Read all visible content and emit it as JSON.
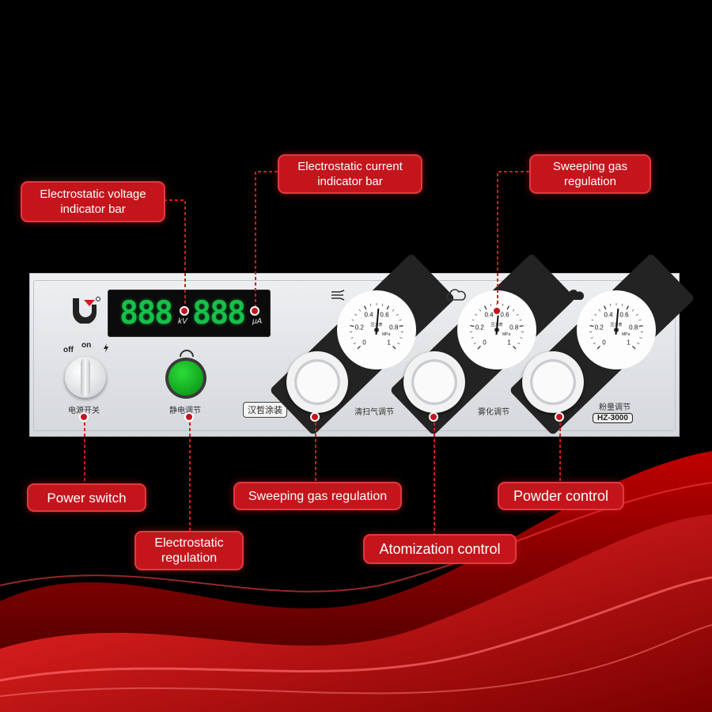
{
  "panel": {
    "display": {
      "voltage_digits": "888",
      "current_digits": "888",
      "voltage_unit": "kV",
      "current_unit": "μA"
    },
    "power": {
      "off": "off",
      "on": "on",
      "label": "电源开关"
    },
    "electrostatic_label": "静电调节",
    "brand_badge": "汉哲涂装",
    "reg1_label": "清扫气调节",
    "reg2_label": "雾化调节",
    "reg3_label": "粉量调节",
    "model_badge": "HZ-3000"
  },
  "gauge": {
    "ticks": [
      "0",
      "0.2",
      "0.4",
      "0.6",
      "0.8",
      "1"
    ],
    "label_top": "压力表",
    "label_unit": "MPa"
  },
  "callouts": {
    "voltage_bar": "Electrostatic voltage indicator bar",
    "current_bar": "Electrostatic current indicator bar",
    "sweeping_top": "Sweeping gas regulation",
    "power_switch": "Power switch",
    "electrostatic_regulation": "Electrostatic regulation",
    "sweeping_bottom": "Sweeping gas regulation",
    "atomization": "Atomization control",
    "powder": "Powder control"
  },
  "colors": {
    "callout_red": "#c4151c",
    "display_green": "#17c04a",
    "knob_green": "#1bbf2a"
  }
}
